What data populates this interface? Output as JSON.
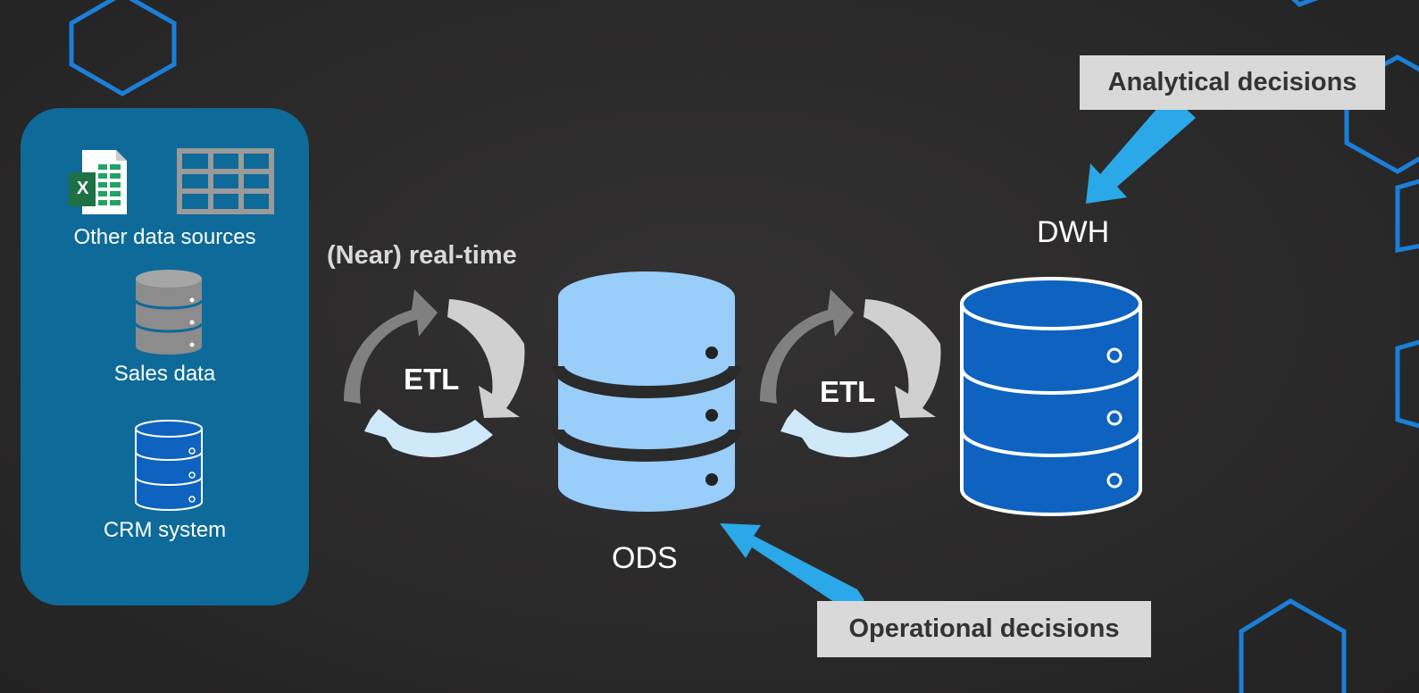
{
  "sources": {
    "other_label": "Other data sources",
    "sales_label": "Sales data",
    "crm_label": "CRM system",
    "excel_letter": "X"
  },
  "etl": {
    "near_realtime_label": "(Near) real-time",
    "etl1_label": "ETL",
    "etl2_label": "ETL"
  },
  "databases": {
    "ods_label": "ODS",
    "dwh_label": "DWH"
  },
  "callouts": {
    "analytical": "Analytical decisions",
    "operational": "Operational decisions"
  },
  "colors": {
    "background": "#2b2a2a",
    "sources_panel": "#0e6a98",
    "ods_db": "#99cdfa",
    "dwh_db": "#0d63bf",
    "hexagon": "#1a7fd9",
    "callout_arrow": "#2aa8e8",
    "callout_box": "#d9d9d9"
  }
}
